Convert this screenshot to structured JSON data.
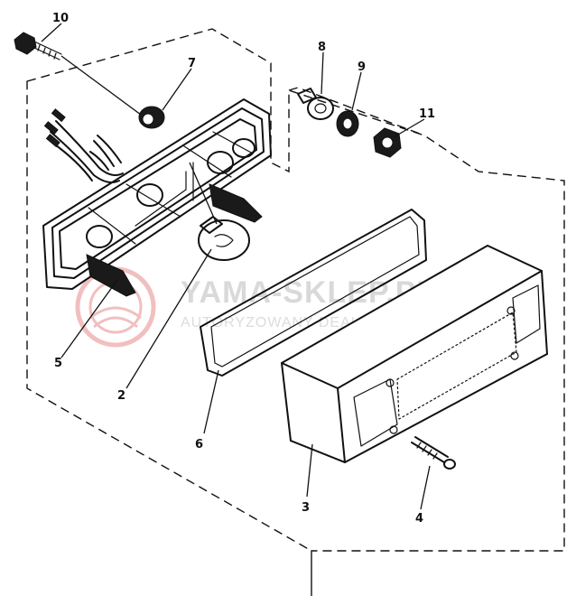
{
  "watermark": {
    "title": "YAMA-SKLEP.PL",
    "subtitle": "AUTORYZOWANY DEALER YAMAHA"
  },
  "callouts": [
    {
      "id": "part-2",
      "label": "2"
    },
    {
      "id": "part-3",
      "label": "3"
    },
    {
      "id": "part-4",
      "label": "4"
    },
    {
      "id": "part-5",
      "label": "5"
    },
    {
      "id": "part-6",
      "label": "6"
    },
    {
      "id": "part-7",
      "label": "7"
    },
    {
      "id": "part-8",
      "label": "8"
    },
    {
      "id": "part-9",
      "label": "9"
    },
    {
      "id": "part-10",
      "label": "10"
    },
    {
      "id": "part-11",
      "label": "11"
    }
  ]
}
